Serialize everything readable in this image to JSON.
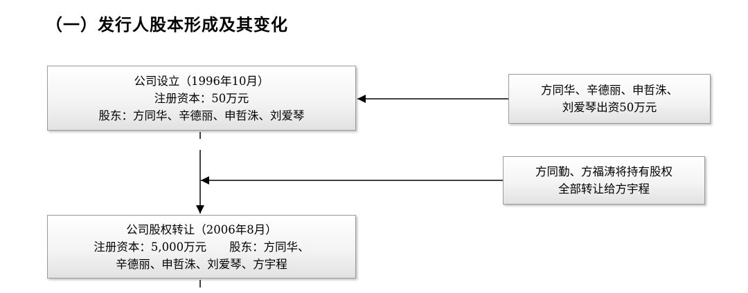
{
  "heading": "（一）发行人股本形成及其变化",
  "boxes": {
    "founding": {
      "line1": "公司设立（1996年10月）",
      "line2": "注册资本：50万元",
      "line3": "股东：方同华、辛德丽、申哲洙、刘爱琴"
    },
    "contribution": {
      "line1": "方同华、辛德丽、申哲洙、",
      "line2": "刘爱琴出资50万元"
    },
    "transfer_note": {
      "line1": "方同勤、方福涛将持有股权",
      "line2": "全部转让给方宇程"
    },
    "equity_transfer": {
      "line1": "公司股权转让（2006年8月）",
      "line2": "注册资本：5,000万元　　股东：方同华、",
      "line3": "辛德丽、申哲洙、刘爱琴、方宇程"
    }
  },
  "colors": {
    "line": "#000000",
    "box_border": "#9a9a9a"
  }
}
